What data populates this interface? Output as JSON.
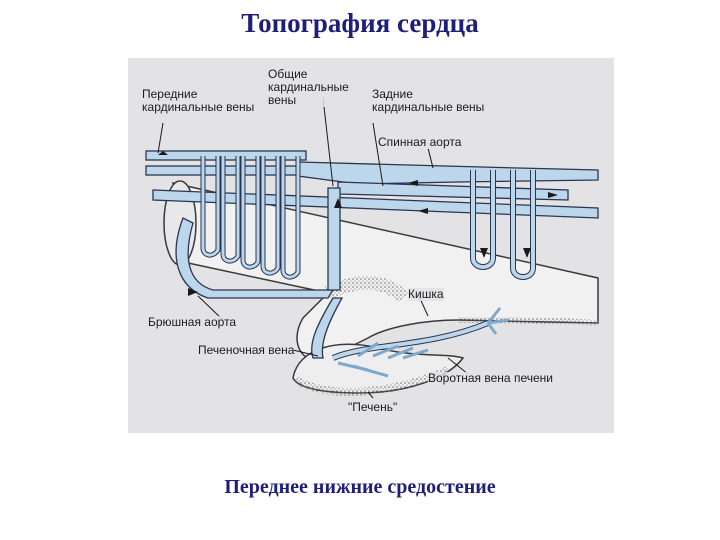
{
  "slide": {
    "title": "Топография сердца",
    "caption": "Переднее нижние средостение"
  },
  "figure": {
    "labels": {
      "anterior_cardinal_veins": "Передние\nкардинальные вены",
      "common_cardinal_veins": "Общие\nкардинальные\nвены",
      "posterior_cardinal_veins": "Задние\nкардинальные вены",
      "dorsal_aorta": "Спинная аорта",
      "intestine": "Кишка",
      "ventral_aorta": "Брюшная аорта",
      "hepatic_vein": "Печеночная вена",
      "hepatic_portal_vein": "Воротная вена печени",
      "liver": "\"Печень\""
    },
    "colors": {
      "vessel_fill": "#bcd6ec",
      "vessel_stroke": "#2b3550",
      "gut_shade": "#8a8a8a",
      "background": "#e3e2e4"
    }
  }
}
